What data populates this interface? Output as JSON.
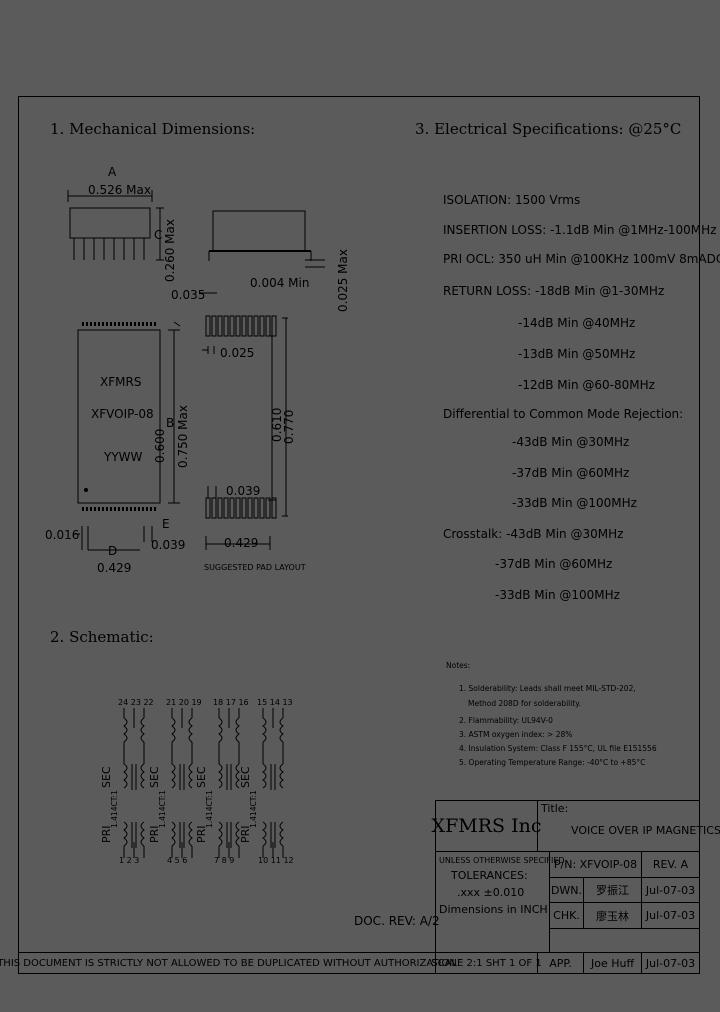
{
  "sections": {
    "mechanical": "1. Mechanical Dimensions:",
    "electrical": "3. Electrical Specifications: @25°C",
    "schematic": "2. Schematic:"
  },
  "mech": {
    "dim_a": "A",
    "dim_a_val": "0.526 Max",
    "dim_c": "C",
    "dim_c_val": "0.260 Max",
    "dim_0035": "0.035",
    "dim_0004": "0.004 Min",
    "dim_0025max": "0.025 Max",
    "chip_brand": "XFMRS",
    "chip_part": "XFVOIP-08",
    "chip_date": "YYWW",
    "dim_0600": "0.600",
    "dim_b": "B",
    "dim_0750": "0.750 Max",
    "dim_0016": "0.016",
    "dim_e": "E",
    "dim_0039b": "0.039",
    "dim_d": "D",
    "dim_0429a": "0.429",
    "pad_0025": "0.025",
    "pad_0610": "0.610",
    "pad_0770": "0.770",
    "pad_0039": "0.039",
    "pad_0429": "0.429",
    "pad_caption": "SUGGESTED PAD LAYOUT"
  },
  "electrical": [
    "ISOLATION: 1500 Vrms",
    "INSERTION LOSS: -1.1dB Min @1MHz-100MHz",
    "PRI OCL: 350 uH Min @100KHz 100mV 8mADC",
    "RETURN LOSS: -18dB Min @1-30MHz",
    "-14dB Min @40MHz",
    "-13dB Min @50MHz",
    "-12dB Min @60-80MHz",
    "Differential to Common Mode Rejection:",
    "-43dB Min @30MHz",
    "-37dB Min @60MHz",
    "-33dB Min @100MHz",
    "Crosstalk: -43dB Min @30MHz",
    "-37dB Min @60MHz",
    "-33dB Min @100MHz"
  ],
  "notes": {
    "title": "Notes:",
    "items": [
      "1. Solderability: Leads shall meet MIL-STD-202,",
      "Method 208D for solderability.",
      "2. Flammability: UL94V-0",
      "3. ASTM oxygen index: > 28%",
      "4. Insulation System: Class F 155°C, UL file E151556",
      "5. Operating Temperature Range: -40°C to +85°C"
    ]
  },
  "schematic": {
    "channels": [
      {
        "top": "24 23 22",
        "bottom": "1 2 3",
        "sec": "SEC",
        "pri": "PRI",
        "ratio": "1.414CT:1"
      },
      {
        "top": "21 20 19",
        "bottom": "4 5 6",
        "sec": "SEC",
        "pri": "PRI",
        "ratio": "1.414CT:1"
      },
      {
        "top": "18 17 16",
        "bottom": "7 8 9",
        "sec": "SEC",
        "pri": "PRI",
        "ratio": "1.414CT:1"
      },
      {
        "top": "15 14 13",
        "bottom": "10 11 12",
        "sec": "SEC",
        "pri": "PRI",
        "ratio": "1.414CT:1"
      }
    ]
  },
  "title_block": {
    "doc_rev": "DOC. REV: A/2",
    "company": "XFMRS Inc",
    "title_label": "Title:",
    "title_value": "VOICE OVER IP MAGNETICS",
    "pn": "P/N: XFVOIP-08",
    "rev": "REV. A",
    "unless": "UNLESS OTHERWISE SPECIFIED",
    "tolerances": "TOLERANCES:",
    "tol_val": ".xxx ±0.010",
    "dims_in": "Dimensions in INCH",
    "dwn_label": "DWN.",
    "dwn_name": "罗振江",
    "dwn_date": "Jul-07-03",
    "chk_label": "CHK.",
    "chk_name": "廖玉林",
    "chk_date": "Jul-07-03",
    "scale": "SCALE 2:1 SHT 1 OF 1",
    "app_label": "APP.",
    "app_name": "Joe Huff",
    "app_date": "Jul-07-03",
    "disclaimer": "THIS DOCUMENT IS STRICTLY NOT ALLOWED TO BE DUPLICATED WITHOUT AUTHORIZATION"
  }
}
